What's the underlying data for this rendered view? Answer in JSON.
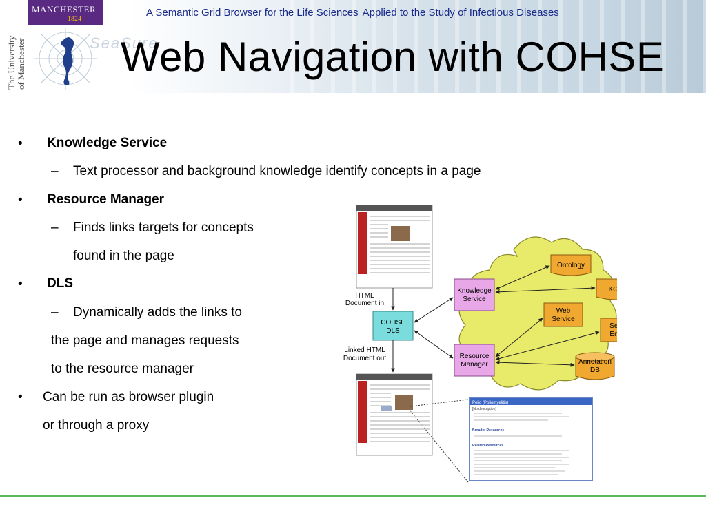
{
  "header": {
    "logo_text": "MANCHESTER",
    "logo_year": "1824",
    "university_text": "The University of Manchester",
    "wordmark": "SeaSure",
    "tagline_1": "A Semantic Grid Browser for the Life Sciences",
    "tagline_2": "Applied to the Study of Infectious Diseases",
    "title": "Web Navigation with COHSE"
  },
  "bullets": {
    "b1": "Knowledge Service",
    "b1_sub": "Text processor and background knowledge identify concepts in a page",
    "b2": "Resource Manager",
    "b2_sub_1": "Finds links targets for concepts",
    "b2_sub_2": "found in the page",
    "b3": "DLS",
    "b3_sub_1": "Dynamically adds the links to",
    "b3_sub_2": "the page and manages requests",
    "b3_sub_3": "to the resource manager",
    "b4_1": "Can be run as browser plugin",
    "b4_2": "or through a proxy"
  },
  "diagram": {
    "html_in": [
      "HTML",
      "Document in"
    ],
    "linked_out": [
      "Linked HTML",
      "Document out"
    ],
    "cohse_dls": [
      "COHSE",
      "DLS"
    ],
    "knowledge_service": [
      "Knowledge",
      "Service"
    ],
    "resource_manager": [
      "Resource",
      "Manager"
    ],
    "ontology": "Ontology",
    "kos": "KOS",
    "web_service": [
      "Web",
      "Service"
    ],
    "search_engine": [
      "Search",
      "Engine"
    ],
    "annotation_db": [
      "Annotation",
      "DB"
    ],
    "popup_title": "Polio (Poliomyelitis)",
    "popup_desc": "[No description]",
    "popup_broader": "Broader Resources",
    "popup_related": "Related Resources"
  },
  "colors": {
    "cloud": "#e8ea6a",
    "orange_box": "#f0a830",
    "pink_box": "#e8a8e8",
    "cyan_box": "#7adcdc",
    "title_blue": "#1a2a8a",
    "footer_green": "#5cb85c"
  }
}
